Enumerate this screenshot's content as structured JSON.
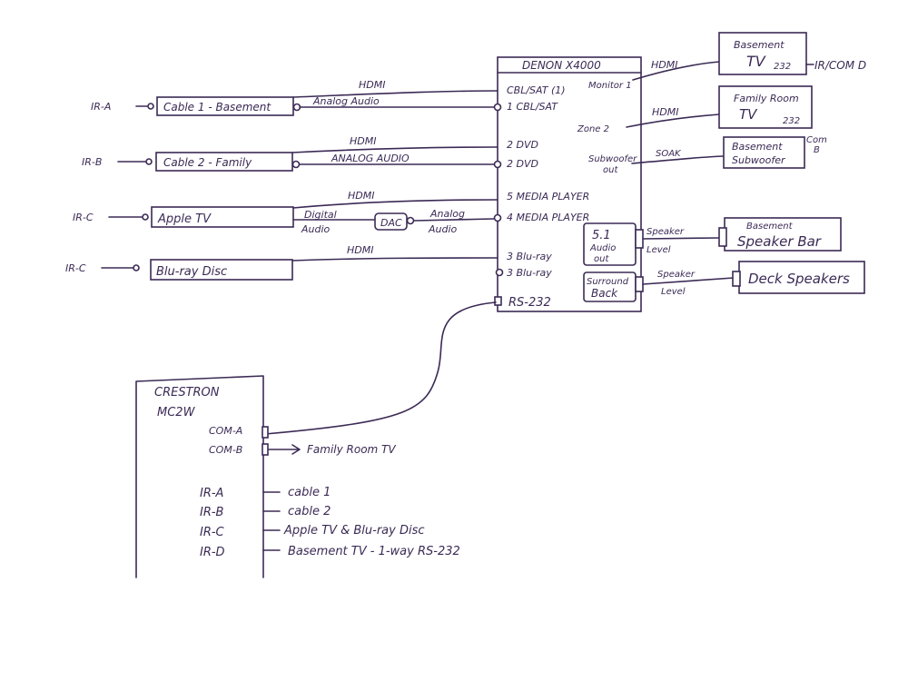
{
  "receiver": {
    "title": "DENON X4000",
    "inputs": {
      "cbl_sat_1": "CBL/SAT (1)",
      "cbl_sat": "1 CBL/SAT",
      "dvd_hdmi": "2 DVD",
      "dvd_analog": "2 DVD",
      "media_5": "5 MEDIA PLAYER",
      "media_4": "4 MEDIA PLAYER",
      "bluray_hdmi": "3 Blu-ray",
      "bluray_2": "3 Blu-ray",
      "rs232": "RS-232"
    },
    "outputs": {
      "monitor": "Monitor 1",
      "zone2": "Zone 2",
      "subwoofer_1": "Subwoofer",
      "subwoofer_2": "out",
      "audio_out_1": "5.1",
      "audio_out_2": "Audio",
      "audio_out_3": "out",
      "surround_1": "Surround",
      "surround_2": "Back"
    }
  },
  "sources": {
    "cable1": {
      "label": "Cable 1 - Basement",
      "ir": "IR-A"
    },
    "cable2": {
      "label": "Cable 2 - Family",
      "ir": "IR-B"
    },
    "appletv": {
      "label": "Apple TV",
      "ir": "IR-C"
    },
    "bluray": {
      "label": "Blu-ray Disc",
      "ir": "IR-C"
    }
  },
  "links": {
    "hdmi": "HDMI",
    "analog_audio": "Analog Audio",
    "analog_audio_caps": "ANALOG AUDIO",
    "digital_1": "Digital",
    "digital_2": "Audio",
    "dac": "DAC",
    "analog_1": "Analog",
    "analog_2": "Audio",
    "soak": "SOAK",
    "speaker": "Speaker",
    "level": "Level"
  },
  "destinations": {
    "basement_tv_1": "Basement",
    "basement_tv_2": "TV",
    "basement_tv_232": "232",
    "basement_tv_ir": "IR/COM D",
    "family_tv_1": "Family Room",
    "family_tv_2": "TV",
    "family_tv_232": "232",
    "family_tv_com_1": "Com",
    "family_tv_com_2": "B",
    "sub_1": "Basement",
    "sub_2": "Subwoofer",
    "speakerbar_1": "Basement",
    "speakerbar_2": "Speaker Bar",
    "deck": "Deck Speakers"
  },
  "crestron": {
    "title_1": "CRESTRON",
    "title_2": "MC2W",
    "com_a": "COM-A",
    "com_b": "COM-B",
    "com_b_target": "Family Room TV",
    "ir_a": "IR-A",
    "ir_b": "IR-B",
    "ir_c": "IR-C",
    "ir_d": "IR-D",
    "ir_a_target": "cable 1",
    "ir_b_target": "cable 2",
    "ir_c_target": "Apple TV & Blu-ray Disc",
    "ir_d_target": "Basement TV - 1-way RS-232"
  },
  "colors": {
    "ink": "#3b2a55",
    "paper": "#ffffff"
  }
}
